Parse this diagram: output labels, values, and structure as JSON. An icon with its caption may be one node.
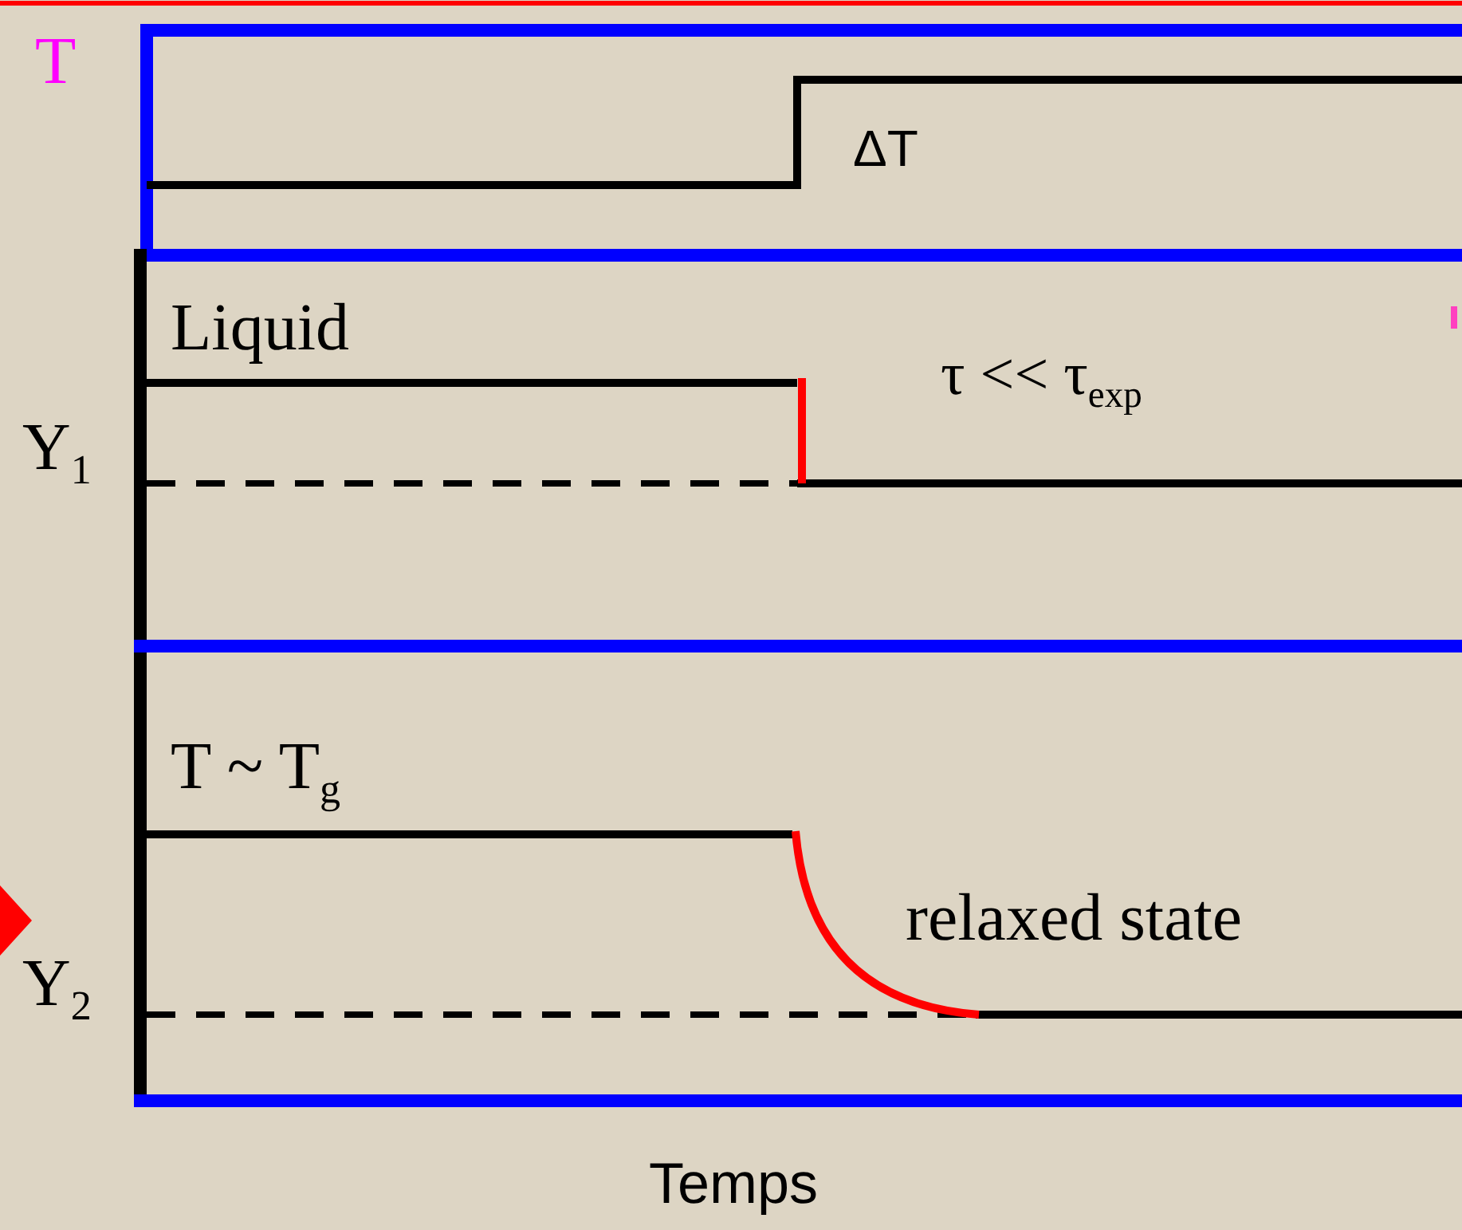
{
  "diagram": {
    "labels": [
      "T",
      "ΔT",
      "Liquid",
      "τ  <<  τ$_{exp}$",
      "Y$_{1}$",
      "T ~ T$_{g}$",
      "relaxed state",
      "Y$_{2}$",
      "Temps"
    ]
  }
}
